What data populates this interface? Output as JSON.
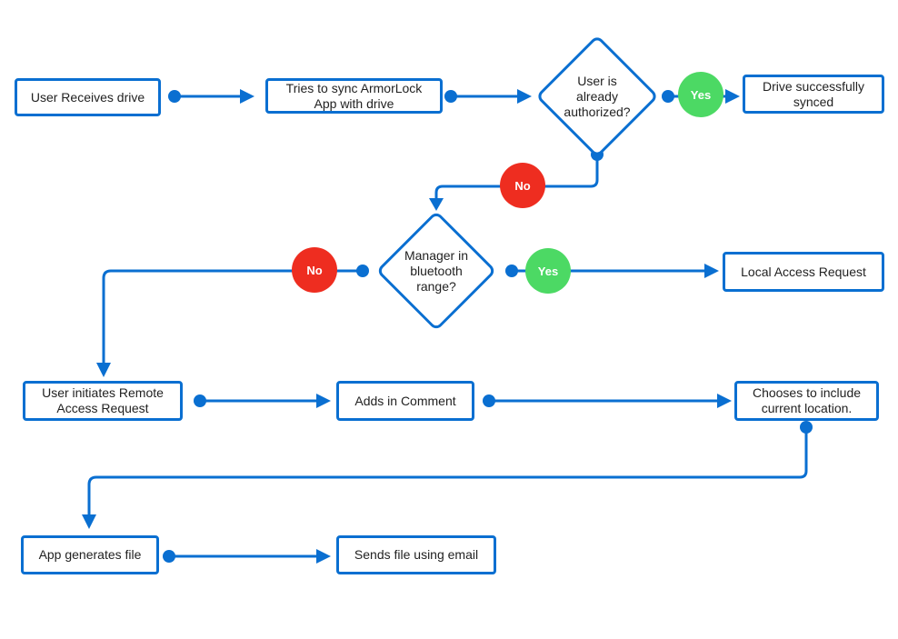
{
  "colors": {
    "line": "#0a6fd1",
    "yes": "#4cd964",
    "no": "#ee2d20"
  },
  "nodes": {
    "user_receives": "User Receives drive",
    "tries_sync": "Tries to sync ArmorLock\nApp with drive",
    "already_authorized": "User is\nalready\nauthorized?",
    "drive_synced": "Drive successfully\nsynced",
    "manager_range": "Manager in\nbluetooth\nrange?",
    "local_access": "Local Access Request",
    "remote_access": "User initiates Remote\nAccess Request",
    "adds_comment": "Adds in Comment",
    "chooses_location": "Chooses to include\ncurrent location.",
    "app_generates": "App generates file",
    "sends_email": "Sends file using email"
  },
  "badges": {
    "authorized_yes": "Yes",
    "authorized_no": "No",
    "range_no": "No",
    "range_yes": "Yes"
  }
}
